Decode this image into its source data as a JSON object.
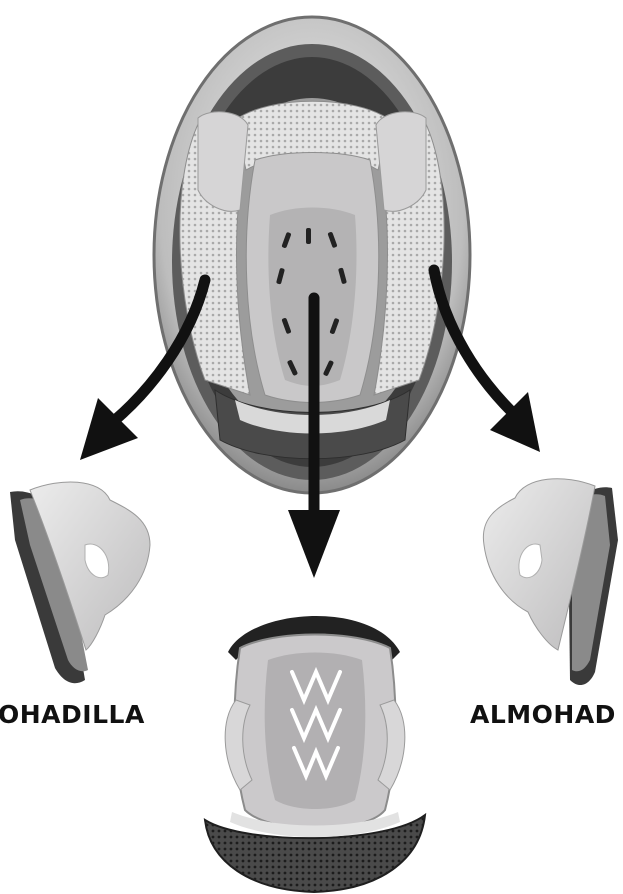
{
  "labels": {
    "left_pad": "OHADILLA",
    "right_pad": "ALMOHAD"
  },
  "icons": {
    "helmet": "helmet-interior-image",
    "left_cheek_pad": "cheek-pad-image",
    "right_cheek_pad": "cheek-pad-image",
    "liner": "comfort-liner-image",
    "arrows": "arrow-down-icon"
  },
  "colors": {
    "arrow": "#111111",
    "shell": "#cfcfcf",
    "padding_gray": "#cccbcc",
    "mesh": "#dcdcdc",
    "dark_trim": "#3a3a3a",
    "background": "#ffffff"
  }
}
